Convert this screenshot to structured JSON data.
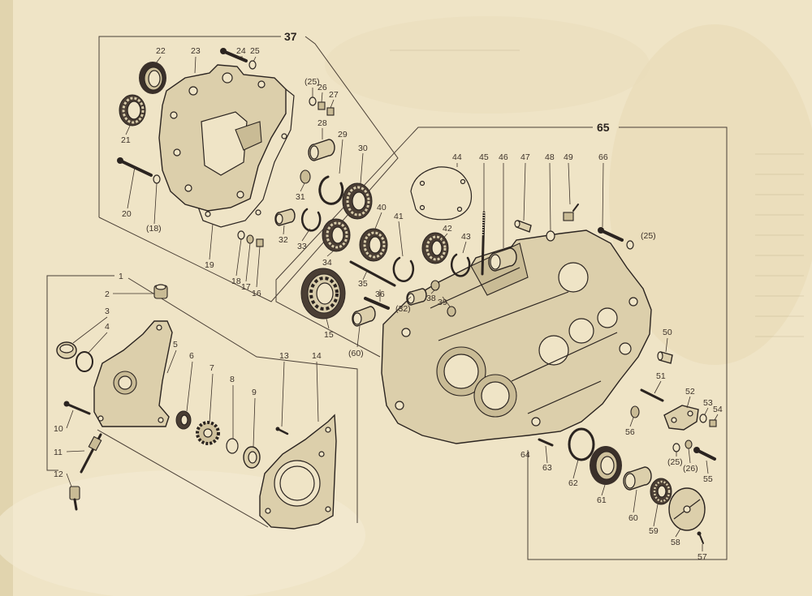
{
  "colors": {
    "paper": "#efe4c6",
    "ink": "#2b2420"
  },
  "assemblies": {
    "upper": {
      "number": "37",
      "callouts": [
        "22",
        "23",
        "24",
        "25",
        "(25)",
        "26",
        "27",
        "28",
        "29",
        "30",
        "21",
        "20",
        "(18)",
        "19",
        "18",
        "17",
        "16",
        "31",
        "32",
        "33",
        "34"
      ]
    },
    "main": {
      "number": "65",
      "callouts": [
        "44",
        "45",
        "46",
        "47",
        "48",
        "49",
        "66",
        "(25)",
        "40",
        "41",
        "42",
        "43",
        "35",
        "36",
        "(32)",
        "38",
        "39",
        "15",
        "(60)",
        "50",
        "51",
        "52",
        "53",
        "54",
        "56",
        "55",
        "(25)",
        "(26)",
        "64",
        "63",
        "62",
        "61",
        "60",
        "59",
        "58",
        "57"
      ]
    },
    "front": {
      "callouts": [
        "1",
        "2",
        "3",
        "4",
        "5",
        "6",
        "7",
        "8",
        "9",
        "10",
        "11",
        "12",
        "13",
        "14"
      ]
    }
  }
}
